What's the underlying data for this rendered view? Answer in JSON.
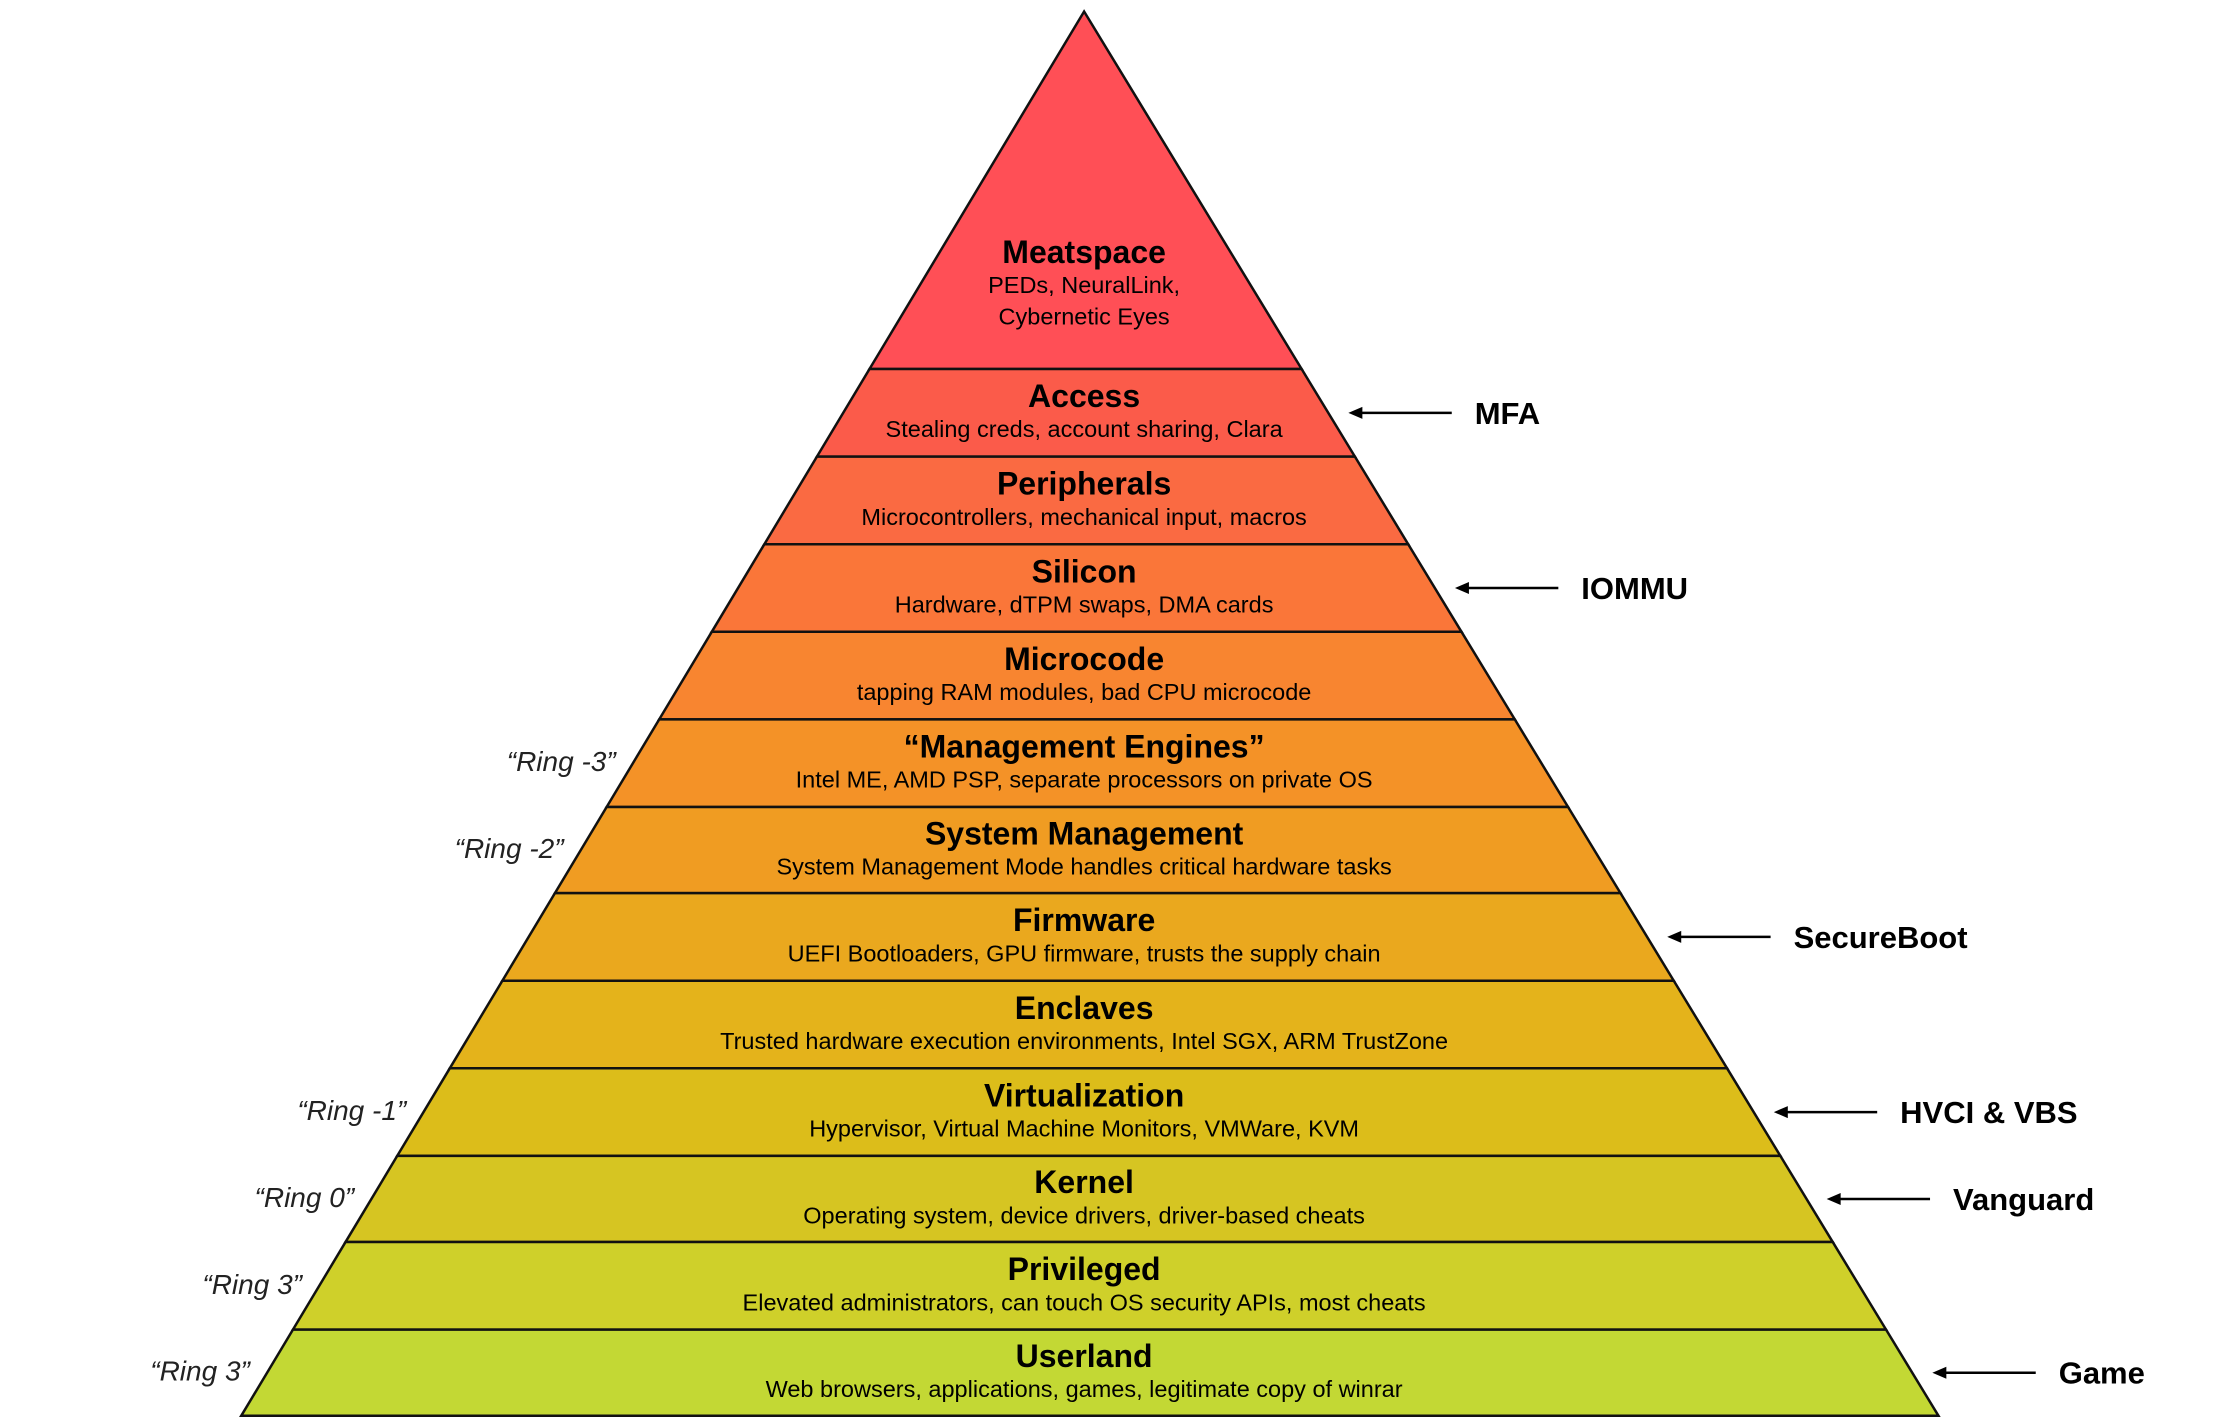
{
  "layers": [
    {
      "title": "Meatspace",
      "desc": [
        "PEDs, NeuralLink,",
        "Cybernetic Eyes"
      ],
      "color": "#ff4f56"
    },
    {
      "title": "Access",
      "desc": [
        "Stealing creds, account sharing, Clara"
      ],
      "color": "#fb5b4a"
    },
    {
      "title": "Peripherals",
      "desc": [
        "Microcontrollers, mechanical input, macros"
      ],
      "color": "#fa6a42"
    },
    {
      "title": "Silicon",
      "desc": [
        "Hardware, dTPM swaps, DMA cards"
      ],
      "color": "#fa7639"
    },
    {
      "title": "Microcode",
      "desc": [
        "tapping RAM modules, bad CPU microcode"
      ],
      "color": "#f88530"
    },
    {
      "title": "“Management Engines”",
      "desc": [
        "Intel ME, AMD PSP, separate processors on private OS"
      ],
      "color": "#f49227"
    },
    {
      "title": "System Management",
      "desc": [
        "System Management Mode handles critical hardware tasks"
      ],
      "color": "#f09c22"
    },
    {
      "title": "Firmware",
      "desc": [
        "UEFI Bootloaders, GPU firmware, trusts the supply chain"
      ],
      "color": "#eaa81e"
    },
    {
      "title": "Enclaves",
      "desc": [
        "Trusted hardware execution environments, Intel SGX, ARM TrustZone"
      ],
      "color": "#e4b31b"
    },
    {
      "title": "Virtualization",
      "desc": [
        "Hypervisor, Virtual Machine Monitors, VMWare, KVM"
      ],
      "color": "#dcbd1a"
    },
    {
      "title": "Kernel",
      "desc": [
        "Operating system, device drivers, driver-based cheats"
      ],
      "color": "#d6c522"
    },
    {
      "title": "Privileged",
      "desc": [
        "Elevated administrators, can touch OS security APIs, most cheats"
      ],
      "color": "#cfd02a"
    },
    {
      "title": "Userland",
      "desc": [
        "Web browsers, applications, games, legitimate copy of winrar"
      ],
      "color": "#c3d834"
    }
  ],
  "ring_labels": [
    {
      "layer": 5,
      "text": "“Ring -3”"
    },
    {
      "layer": 6,
      "text": "“Ring -2”"
    },
    {
      "layer": 9,
      "text": "“Ring -1”"
    },
    {
      "layer": 10,
      "text": "“Ring 0”"
    },
    {
      "layer": 11,
      "text": "“Ring 3”"
    },
    {
      "layer": 12,
      "text": "“Ring 3”"
    }
  ],
  "defenses": [
    {
      "layer": 1,
      "text": "MFA"
    },
    {
      "layer": 3,
      "text": "IOMMU"
    },
    {
      "layer": 7,
      "text": "SecureBoot"
    },
    {
      "layer": 9,
      "text": "HVCI & VBS"
    },
    {
      "layer": 10,
      "text": "Vanguard"
    },
    {
      "layer": 12,
      "text": "Game"
    }
  ]
}
